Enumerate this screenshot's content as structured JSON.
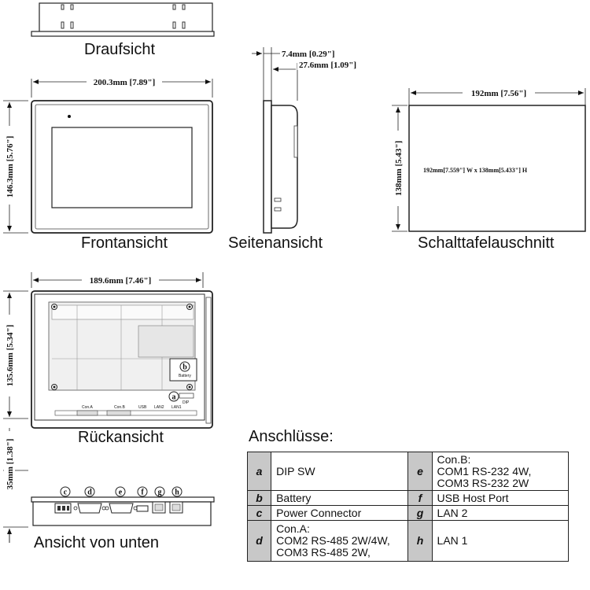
{
  "captions": {
    "top_view": "Draufsicht",
    "front_view": "Frontansicht",
    "side_view": "Seitenansicht",
    "panel_cutout": "Schalttafelauschnitt",
    "rear_view": "Rückansicht",
    "bottom_view": "Ansicht von unten"
  },
  "dimensions": {
    "front_width": "200.3mm [7.89\"]",
    "front_height": "146.3mm [5.76\"]",
    "side_bezel": "7.4mm [0.29\"]",
    "side_depth": "27.6mm [1.09\"]",
    "cutout_width": "192mm [7.56\"]",
    "cutout_height": "138mm [5.43\"]",
    "cutout_note": "192mm[7.559\"]  W x 138mm[5.433\"] H",
    "rear_width": "189.6mm [7.46\"]",
    "rear_height": "135.6mm [5.34\"]",
    "bottom_height": "35mm [1.38\"]"
  },
  "rear_labels": {
    "battery": "Battery",
    "con_a": "Con.A",
    "con_b": "Con.B",
    "usb": "USB",
    "lan2": "LAN2",
    "lan1": "LAN1",
    "dip": "DIP"
  },
  "bottom_badges": [
    "c",
    "d",
    "e",
    "f",
    "g",
    "h"
  ],
  "rear_badges": [
    "b",
    "a"
  ],
  "connections": {
    "title": "Anschlüsse:",
    "rows": [
      {
        "lk": "a",
        "lv": "DIP SW",
        "rk": "e",
        "rv": "Con.B:\nCOM1 RS-232 4W,\nCOM3 RS-232 2W"
      },
      {
        "lk": "b",
        "lv": "Battery",
        "rk": "f",
        "rv": "USB Host Port"
      },
      {
        "lk": "c",
        "lv": "Power Connector",
        "rk": "g",
        "rv": "LAN 2"
      },
      {
        "lk": "d",
        "lv": "Con.A:\nCOM2 RS-485 2W/4W,\nCOM3 RS-485 2W,",
        "rk": "h",
        "rv": "LAN 1"
      }
    ]
  }
}
